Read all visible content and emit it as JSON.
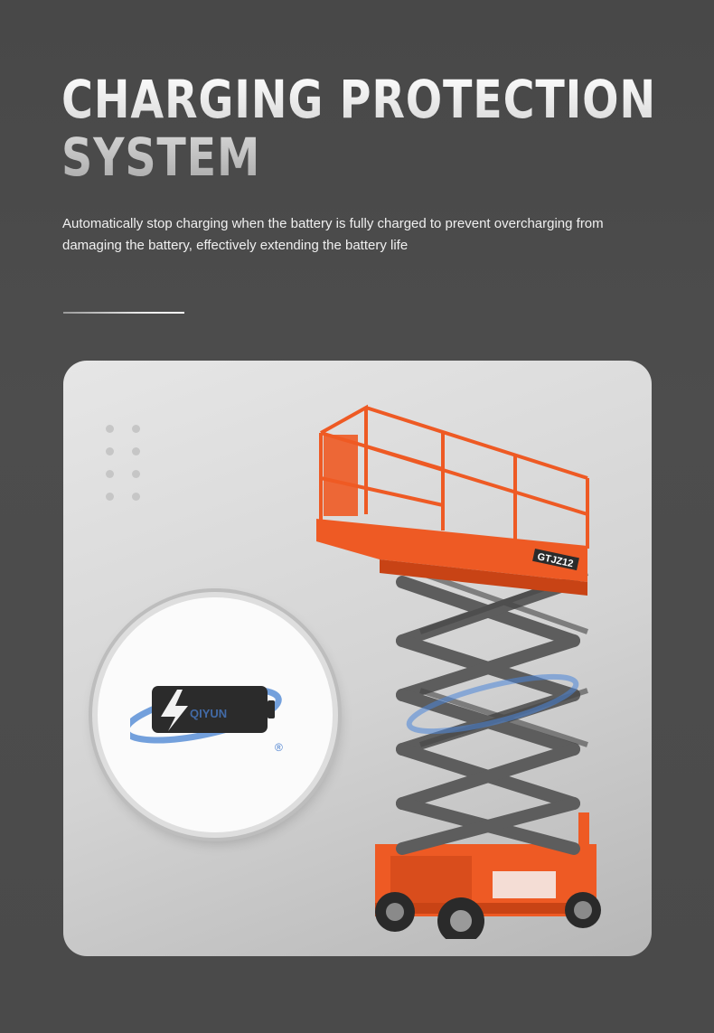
{
  "heading": {
    "line1": "CHARGING PROTECTION",
    "line2": "SYSTEM"
  },
  "description": "Automatically stop charging when the battery is fully charged to prevent overcharging from damaging the battery, effectively extending the battery life",
  "colors": {
    "background": "#4a4a4a",
    "lift_orange": "#ee5a24",
    "scissor_gray": "#5b5b5b",
    "logo_blue": "#3f7fd0"
  },
  "battery_icon": {
    "name": "battery-bolt-icon"
  },
  "watermark": {
    "brand": "QIYUN",
    "registered": "®"
  },
  "product": {
    "model": "GTJZ12"
  }
}
